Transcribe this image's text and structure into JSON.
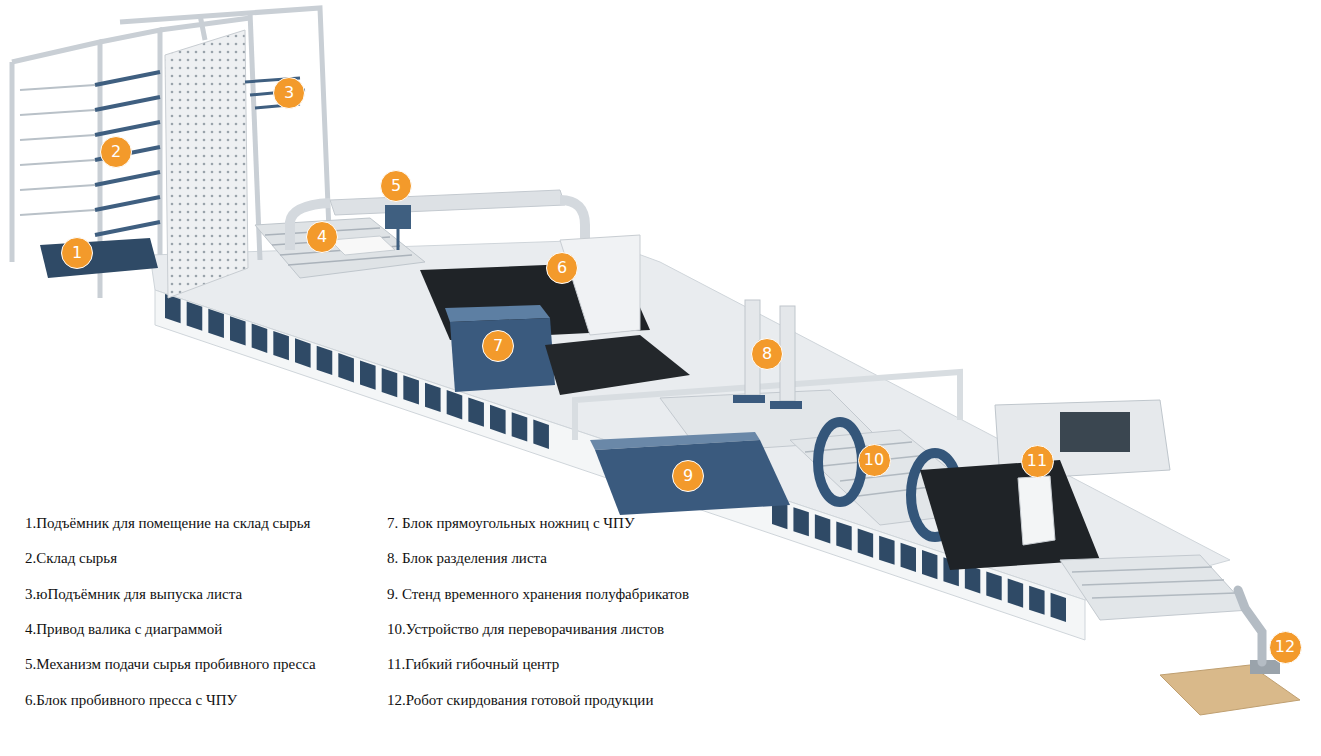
{
  "diagram": {
    "nodes": [
      {
        "text": [
          "1"
        ]
      },
      {
        "text": [
          "2"
        ]
      },
      {
        "text": [
          "3"
        ]
      },
      {
        "text": [
          "4"
        ]
      },
      {
        "text": [
          "5"
        ]
      },
      {
        "text": [
          "6"
        ]
      },
      {
        "text": [
          "7"
        ]
      },
      {
        "text": [
          "8"
        ]
      },
      {
        "text": [
          "9"
        ]
      },
      {
        "text": [
          "10"
        ]
      },
      {
        "text": [
          "11"
        ]
      },
      {
        "text": [
          "12"
        ]
      }
    ],
    "labels": [
      "1.Подъёмник для помещение на склад сырья",
      "2.Склад сырья",
      "3.юПодъёмник для выпуска листа",
      "4.Привод валика с диаграммой",
      "5.Механизм подачи сырья пробивного пресса",
      "6.Блок пробивного пресса с ЧПУ",
      "7. Блок прямоугольных ножниц с ЧПУ",
      "8. Блок разделения листа",
      "9. Стенд временного хранения полуфабрикатов",
      "10.Устройство для переворачивания листов",
      "11.Гибкий гибочный центр",
      "12.Робот скирдования готовой продукции"
    ]
  }
}
